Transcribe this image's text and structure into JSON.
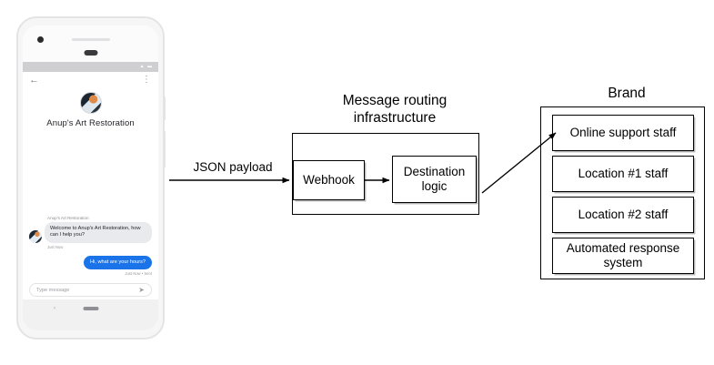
{
  "phone": {
    "status_bar_icons": "▲ ▬",
    "app_bar": {
      "back_icon": "←",
      "menu_icon": "⋮"
    },
    "brand_name": "Anup's Art Restoration",
    "conversation": [
      {
        "direction": "incoming",
        "sender": "Anup's Art Restoration",
        "text": "Welcome to Anup's Art Restoration, how can I help you?",
        "time": "Just Now"
      },
      {
        "direction": "outgoing",
        "text": "Hi, what are your hours?",
        "time": "Just Now • Sent"
      }
    ],
    "composer": {
      "placeholder": "Type message",
      "send_icon": "➤"
    },
    "nav": {
      "back_icon": "‹"
    }
  },
  "diagram": {
    "edge_label": "JSON payload",
    "infrastructure": {
      "title": "Message routing infrastructure",
      "nodes": [
        {
          "id": "webhook",
          "label": "Webhook"
        },
        {
          "id": "destination-logic",
          "label": "Destination logic"
        }
      ]
    },
    "brand": {
      "caption": "Brand",
      "items": [
        {
          "label": "Online support staff"
        },
        {
          "label": "Location #1 staff"
        },
        {
          "label": "Location #2 staff"
        },
        {
          "label": "Automated response system"
        }
      ]
    }
  },
  "colors": {
    "outgoing_bubble": "#1a73e8",
    "incoming_bubble": "#e9eaed",
    "diagram_stroke": "#000000",
    "page_background": "#ffffff"
  }
}
